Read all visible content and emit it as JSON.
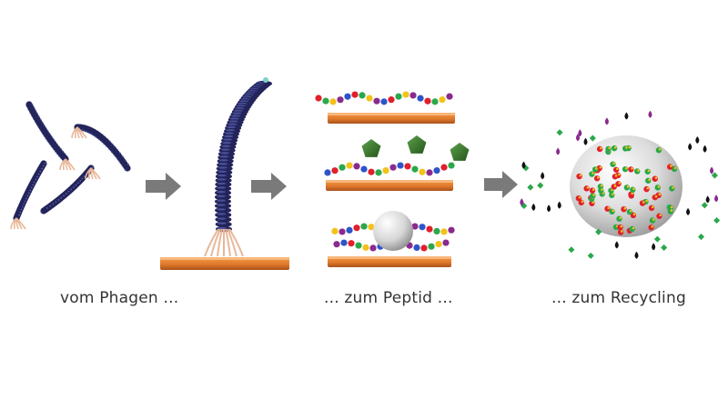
{
  "captions": {
    "phage": "vom Phagen ...",
    "peptide": "... zum Peptid ...",
    "recycling": "... zum Recycling"
  },
  "colors": {
    "phage_body": "#23245a",
    "phage_tail": "#e8b89a",
    "surface": "#e07a2b",
    "surface_dark": "#a9501a",
    "arrow": "#7a7a7a",
    "pentagon": "#3c7a2e",
    "sphere": "#d8d8d8",
    "bead_palette": [
      "#e0202c",
      "#f2c21a",
      "#2d55c8",
      "#2aa84a",
      "#8a2a8e"
    ]
  },
  "icons": [
    "phage-icon",
    "surface-icon",
    "arrow-right-icon",
    "peptide-chain-icon",
    "pentagon-target-icon",
    "sphere-particle-icon",
    "droplet-icon"
  ]
}
